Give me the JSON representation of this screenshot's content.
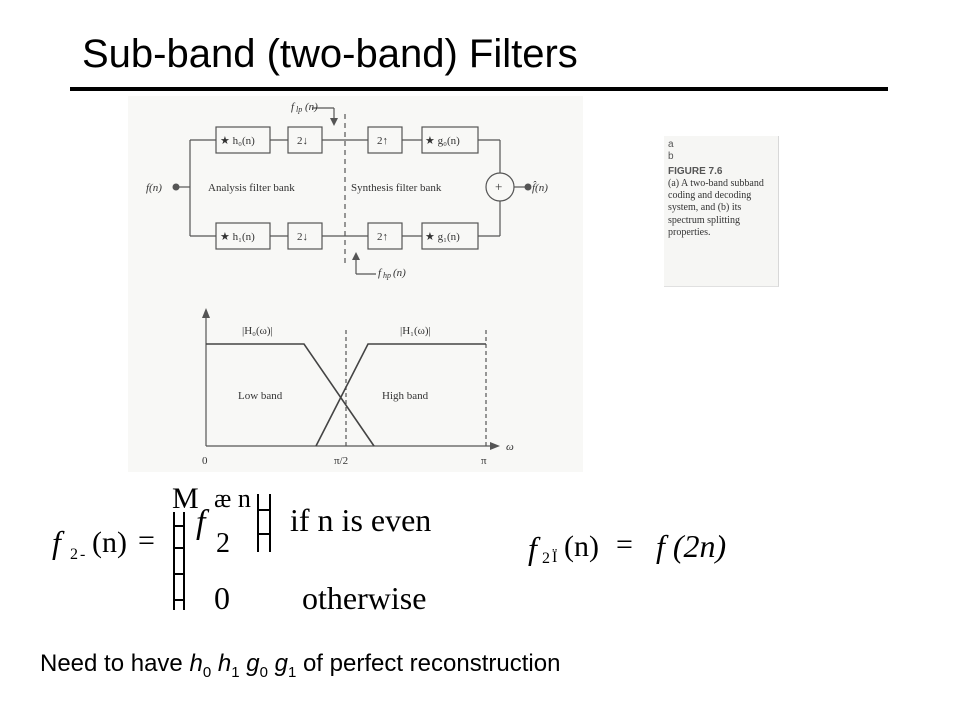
{
  "slide": {
    "title": "Sub-band (two-band) Filters",
    "bottom_prefix": "Need to have",
    "bottom_suffix": "of perfect reconstruction",
    "vars": [
      {
        "sym": "h",
        "sub": "0"
      },
      {
        "sym": "h",
        "sub": "1"
      },
      {
        "sym": "g",
        "sub": "0"
      },
      {
        "sym": "g",
        "sub": "1"
      }
    ]
  },
  "figure": {
    "labels": {
      "f_lp": "f",
      "f_lp_sub": "lp",
      "f_lp_arg": "(n)",
      "f_hp": "f",
      "f_hp_sub": "hp",
      "f_hp_arg": "(n)",
      "input": "f(n)",
      "output": "f̂(n)",
      "analysis": "Analysis filter bank",
      "synthesis": "Synthesis filter bank",
      "h0": "★ h₀(n)",
      "h1": "★ h₁(n)",
      "g0": "★ g₀(n)",
      "g1": "★ g₁(n)",
      "down": "2↓",
      "up": "2↑",
      "plus": "+",
      "H0": "|H₀(ω)|",
      "H1": "|H₁(ω)|",
      "low_band": "Low band",
      "high_band": "High band",
      "axis_zero": "0",
      "axis_mid": "π/2",
      "axis_pi": "π",
      "axis_omega": "ω"
    },
    "caption": {
      "ab_a": "a",
      "ab_b": "b",
      "title": "FIGURE 7.6",
      "text": "(a) A two-band subband coding and decoding system, and (b) its spectrum splitting properties."
    }
  },
  "equations": {
    "left": {
      "lhs_f": "f",
      "lhs_sub": "2",
      "lhs_mark": "-",
      "lhs_arg": "(n)",
      "eq": "=",
      "brace_top": "M",
      "brace_glyphs": "ĭ",
      "case1_f": "f",
      "case1_frac_num": "æ n",
      "case1_frac_den": "2",
      "case1_cond": "if n is even",
      "case2_val": "0",
      "case2_cond": "otherwise"
    },
    "right": {
      "lhs_f": "f",
      "lhs_sub": "2",
      "lhs_mark": "Ï",
      "lhs_arg": "(n)",
      "eq": "=",
      "rhs": "f (2n)"
    }
  }
}
